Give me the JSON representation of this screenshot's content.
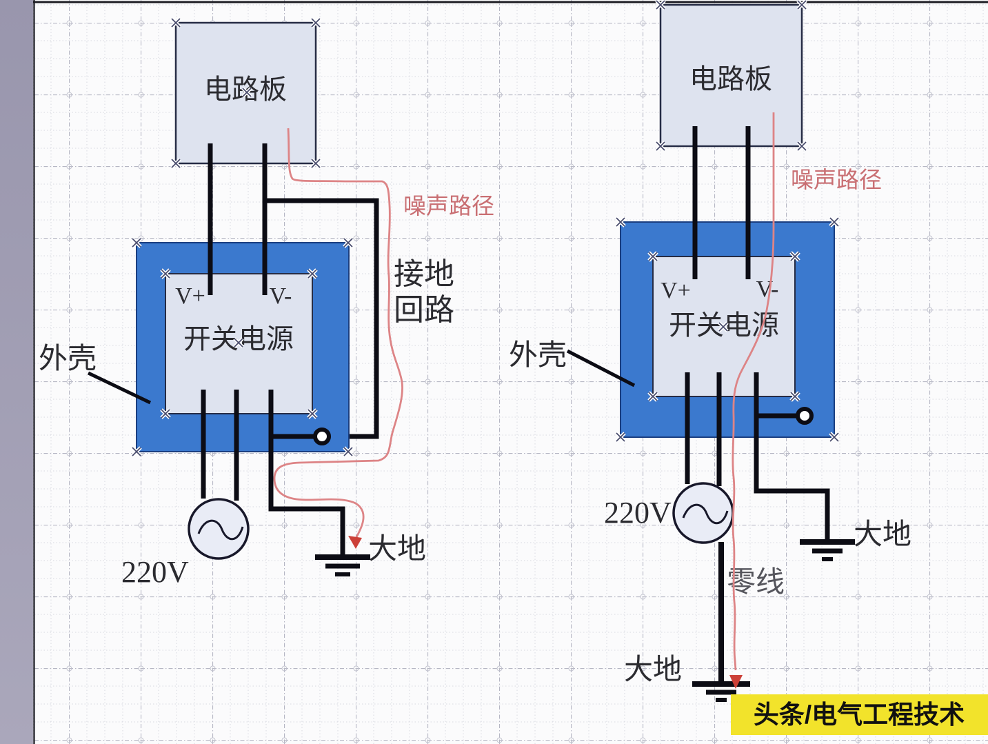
{
  "colors": {
    "canvas_bg": "#fbfbfc",
    "sidebar_top": "#9996ad",
    "sidebar_bottom": "#aaa7bb",
    "enclosure_blue": "#3b79ce",
    "enclosure_border": "#1a3e80",
    "box_fill": "#dee3ef",
    "box_border": "#262c45",
    "wire_black": "#0c0c14",
    "noise_red": "#dd8486",
    "noise_text_red": "#c96f73",
    "arrow_red": "#cc4038",
    "banner_yellow": "#f2e32b",
    "label_dark": "#2b2b30",
    "neutral_gray": "#55555c"
  },
  "left_diagram": {
    "board_label": "电路板",
    "vplus_label": "V+",
    "vminus_label": "V-",
    "psu_label": "开关电源",
    "enclosure_label": "外壳",
    "voltage_label": "220V",
    "earth_label": "大地",
    "noise_path_label": "噪声路径",
    "ground_loop_label_line1": "接地",
    "ground_loop_label_line2": "回路"
  },
  "right_diagram": {
    "board_label": "电路板",
    "vplus_label": "V+",
    "vminus_label": "V-",
    "psu_label": "开关电源",
    "enclosure_label": "外壳",
    "voltage_label": "220V",
    "earth_label_right": "大地",
    "neutral_label": "零线",
    "earth_label_bottom": "大地",
    "noise_path_label": "噪声路径"
  },
  "banner": {
    "label": "头条/电气工程技术"
  }
}
